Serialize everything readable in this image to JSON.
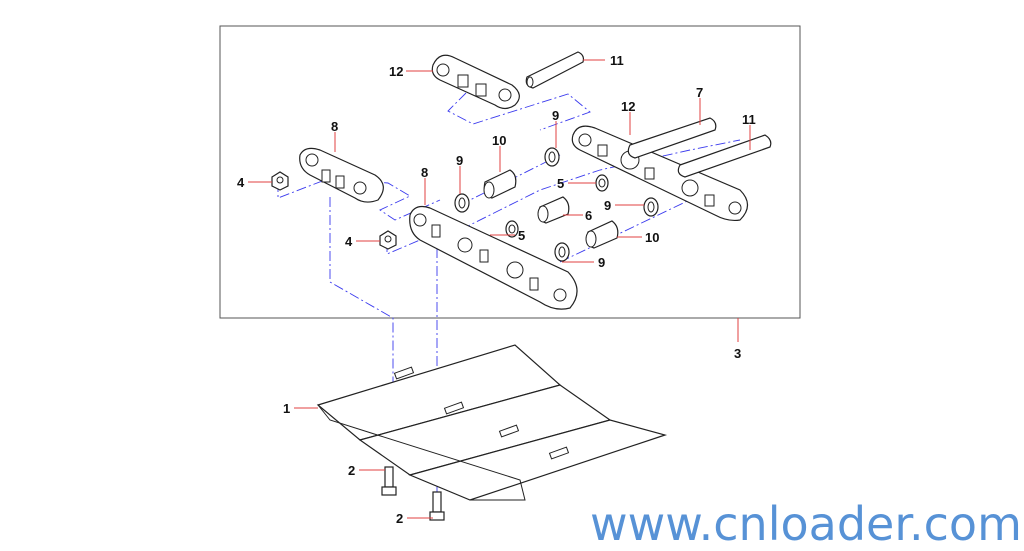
{
  "diagram": {
    "callouts": [
      "12",
      "11",
      "12",
      "7",
      "11",
      "8",
      "10",
      "9",
      "9",
      "4",
      "5",
      "8",
      "6",
      "9",
      "4",
      "5",
      "10",
      "9",
      "3",
      "1",
      "2",
      "2"
    ],
    "watermark": "www.cnloader.com",
    "colors": {
      "leader": "#e04040",
      "axis": "#3a3aee",
      "watermark": "#3a7fd0"
    }
  }
}
